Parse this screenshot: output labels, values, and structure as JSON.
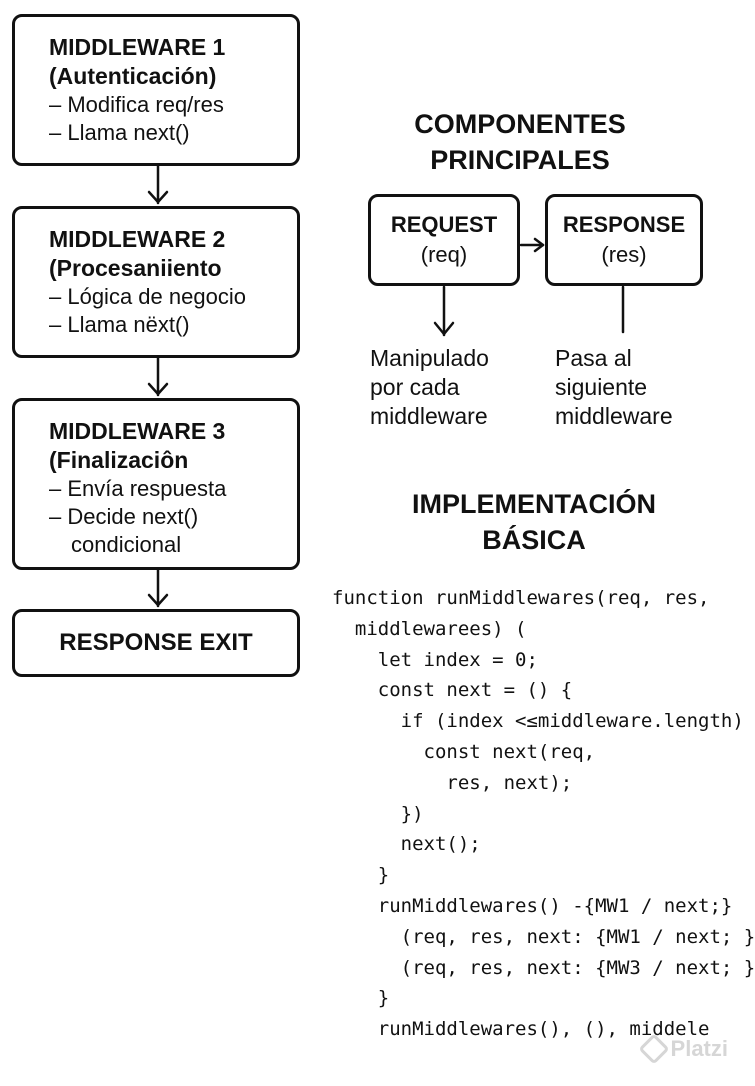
{
  "flow": {
    "middlewares": [
      {
        "title": "MIDDLEWARE 1",
        "subtitle": "(Autenticación)",
        "lines": [
          "– Modifica req/res",
          "– Llama next()"
        ]
      },
      {
        "title": "MIDDLEWARE 2",
        "subtitle": "(Procesaniiento",
        "lines": [
          "– Lógica de negocio",
          "– Llama nëxt()"
        ]
      },
      {
        "title": "MIDDLEWARE 3",
        "subtitle": "(Finalizaciôn",
        "lines": [
          "– Envía respuesta",
          "– Decide next()",
          "condicional"
        ]
      }
    ],
    "exit_label": "RESPONSE EXIT"
  },
  "components": {
    "heading": [
      "COMPONENTES",
      "PRINCIPALES"
    ],
    "request": {
      "title": "REQUEST",
      "sub": "(req)",
      "note": [
        "Manipulado",
        "por cada",
        "middleware"
      ]
    },
    "response": {
      "title": "RESPONSE",
      "sub": "(res)",
      "note": [
        "Pasa al",
        "siguiente",
        "middleware"
      ]
    }
  },
  "implementation": {
    "heading": [
      "IMPLEMENTACIÓN",
      "BÁSICA"
    ],
    "code": "function runMiddlewares(req, res,\n  middlewarees) (\n    let index = 0;\n    const next = () {\n      if (index <≤middleware.length)\n        const next(req,\n          res, next);\n      })\n      next();\n    }\n    runMiddlewares() -{MW1 / next;}\n      (req, res, next: {MW1 / next; }\n      (req, res, next: {MW3 / next; }\n    }\n    runMiddlewares(), (), middele"
  },
  "watermark": "Platzi"
}
